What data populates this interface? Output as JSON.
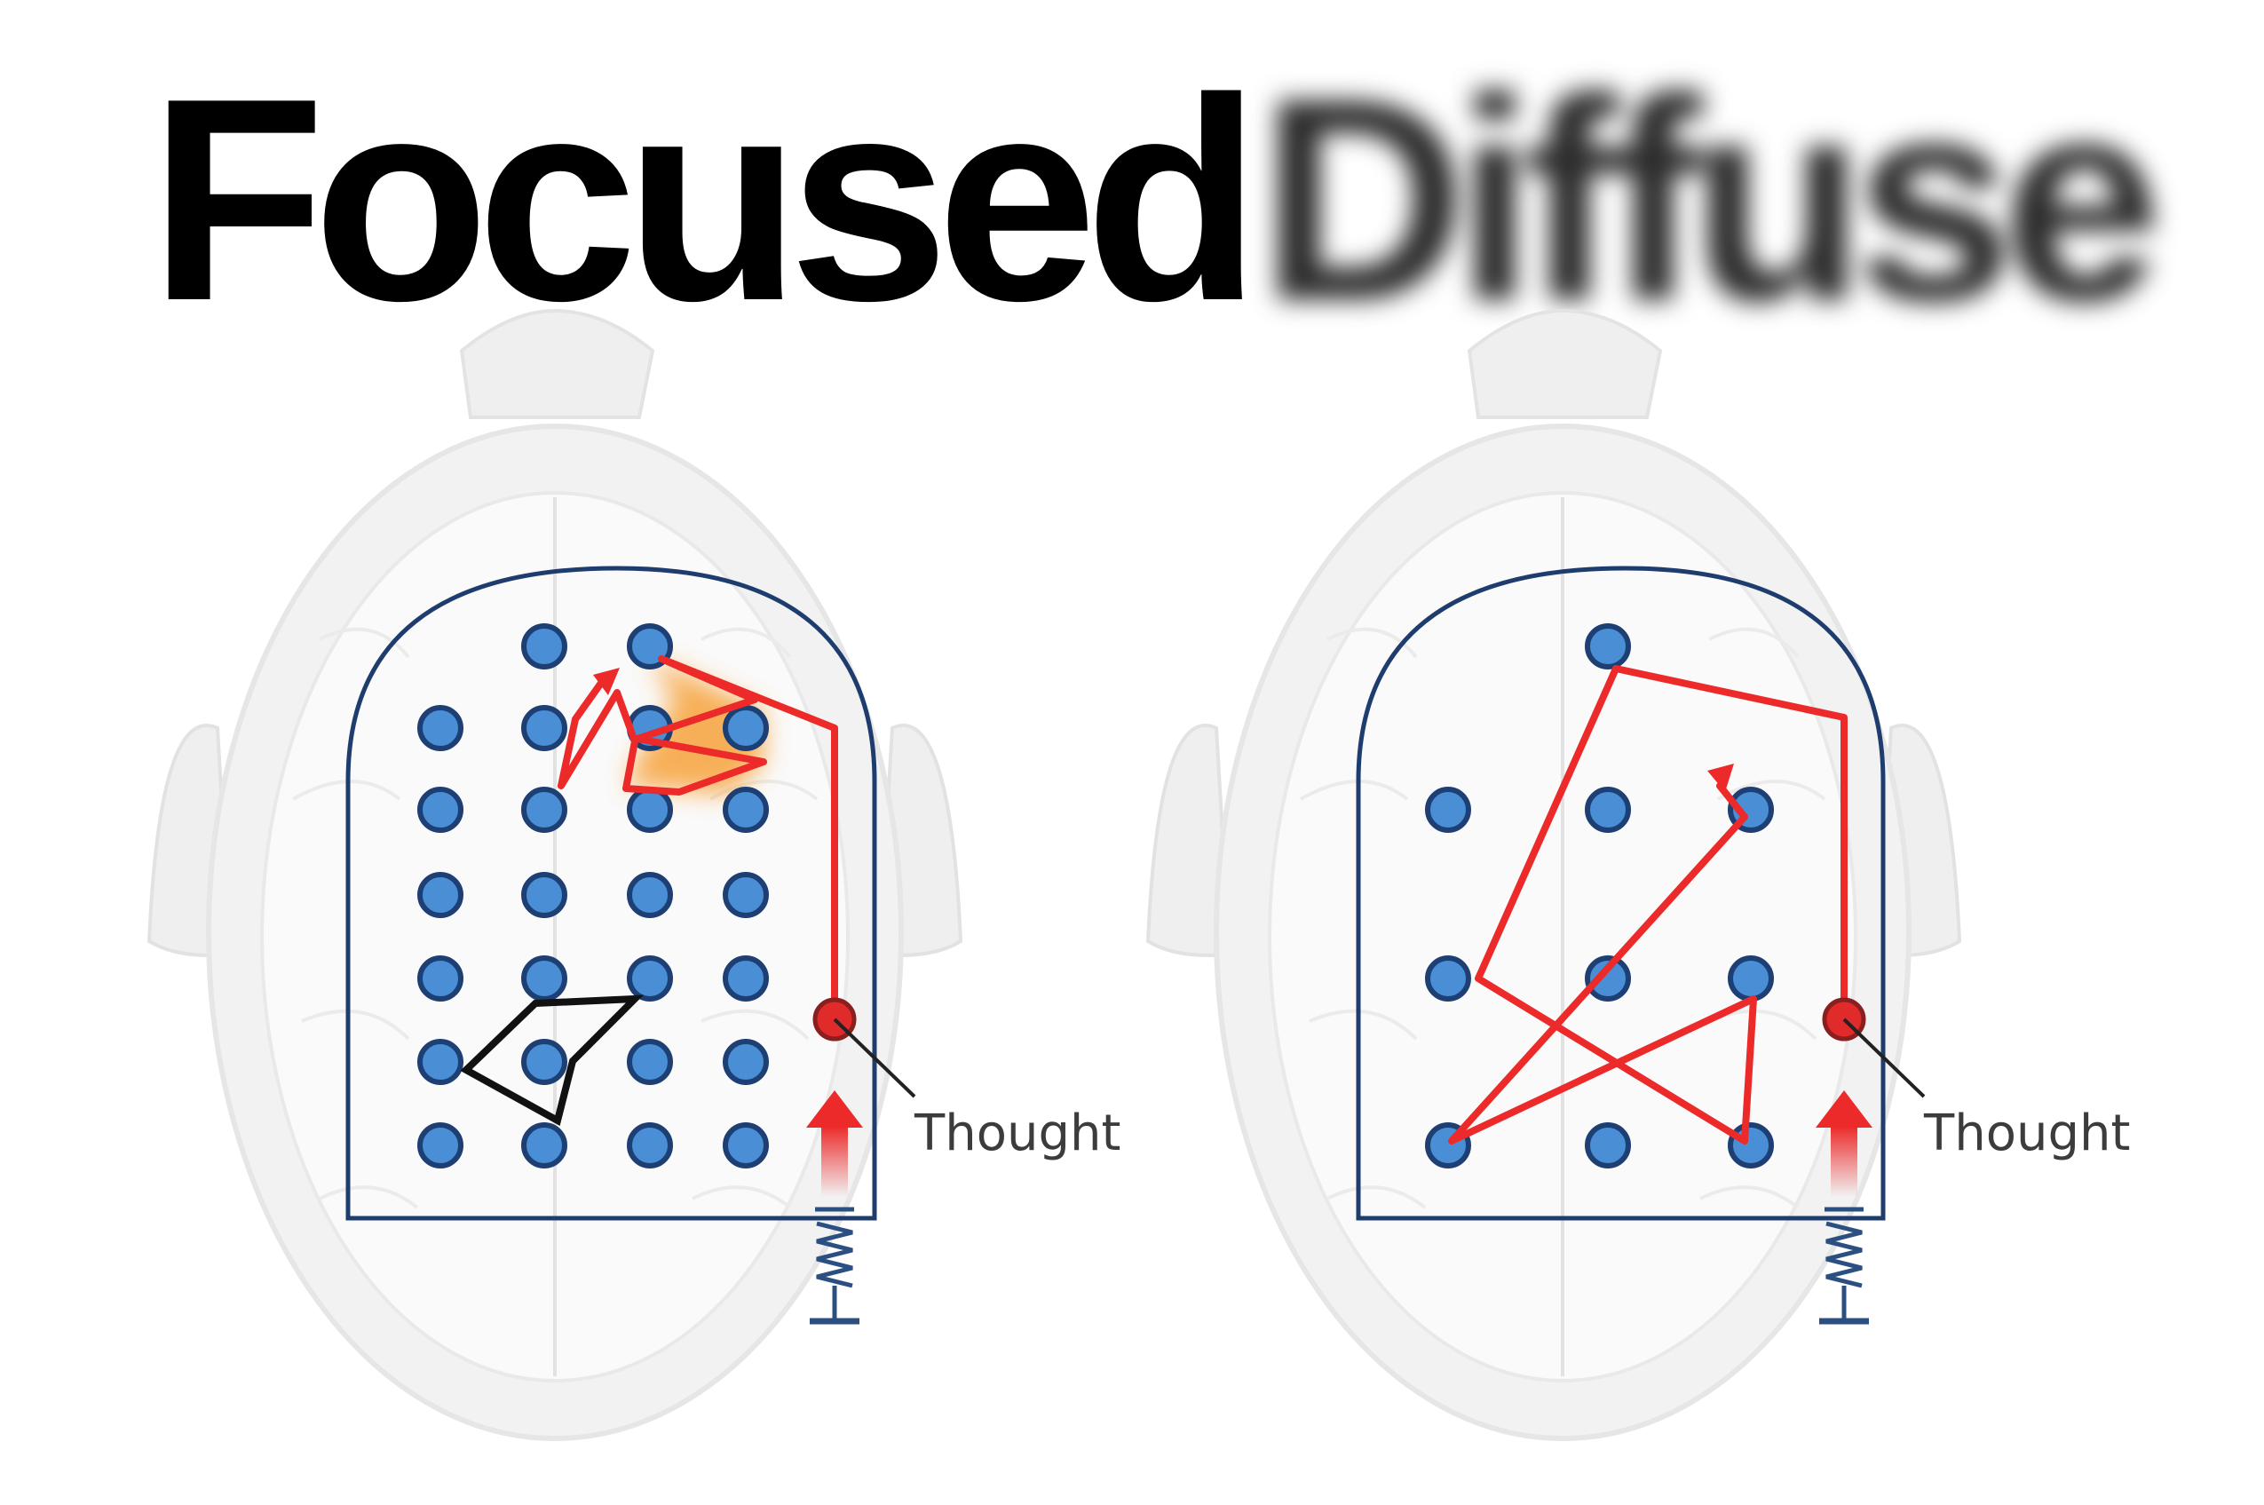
{
  "focused": {
    "title": "Focused",
    "thought_label": "Thought"
  },
  "diffuse": {
    "title": "Diffuse",
    "thought_label": "Thought"
  },
  "colors": {
    "dot_fill": "#4a8fd6",
    "dot_stroke": "#1d3f74",
    "path_red": "#ec2a2a",
    "frame_blue": "#1e3d6e",
    "glow_orange": "#f7a23a",
    "head_gray": "#eeeeee"
  },
  "icons": [
    "brain-head-outline-icon",
    "pinball-plunger-spring-icon",
    "thought-ball-icon",
    "up-arrow-icon"
  ]
}
